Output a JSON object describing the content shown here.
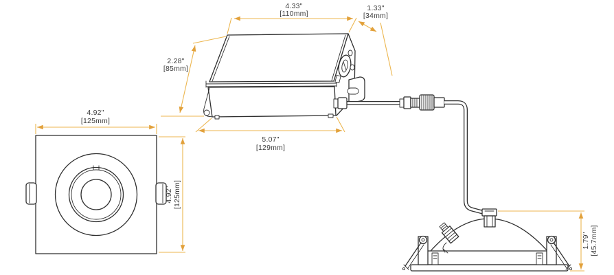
{
  "colors": {
    "dimension_accent": "#ECB64F",
    "arrow": "#E2A13B",
    "linework": "#2F2F2F",
    "background": "#FFFFFF"
  },
  "views": {
    "front": {
      "width": {
        "in": "4.92\"",
        "mm": "[125mm]"
      },
      "height": {
        "in": "4.92\"",
        "mm": "[125mm]"
      }
    },
    "junction_box": {
      "width": {
        "in": "4.33\"",
        "mm": "[110mm]"
      },
      "depth": {
        "in": "1.33\"",
        "mm": "[34mm]"
      },
      "height": {
        "in": "2.28\"",
        "mm": "[85mm]"
      },
      "length": {
        "in": "5.07\"",
        "mm": "[129mm]"
      }
    },
    "side": {
      "recess_depth": {
        "in": "1.79\"",
        "mm": "[45.7mm]"
      }
    }
  }
}
